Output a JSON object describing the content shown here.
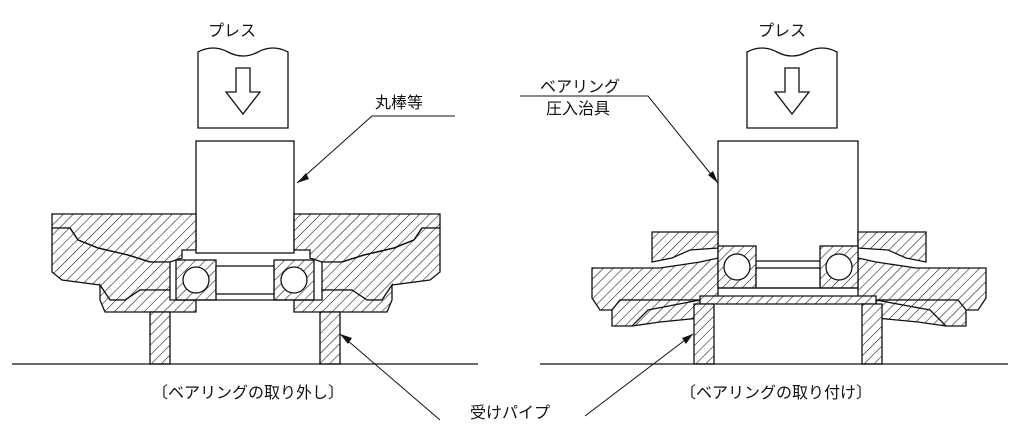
{
  "left": {
    "press_label": "プレス",
    "tool_label": "丸棒等",
    "caption": "〔ベアリングの取り外し〕"
  },
  "right": {
    "press_label": "プレス",
    "tool_label_line1": "ベアリング",
    "tool_label_line2": "圧入治具",
    "caption": "〔ベアリングの取り付け〕"
  },
  "shared": {
    "pipe_label": "受けパイプ"
  }
}
